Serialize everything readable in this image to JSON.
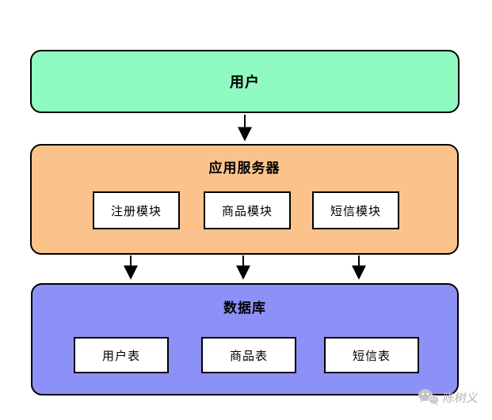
{
  "colors": {
    "user": "#8ffac1",
    "server": "#fbc38b",
    "database": "#8d90f7",
    "border": "#000000",
    "inner_box_bg": "#ffffff",
    "watermark": "#b5b5b5"
  },
  "diagram": {
    "user": {
      "label": "用户"
    },
    "server": {
      "label": "应用服务器",
      "modules": [
        "注册模块",
        "商品模块",
        "短信模块"
      ]
    },
    "database": {
      "label": "数据库",
      "tables": [
        "用户表",
        "商品表",
        "短信表"
      ]
    }
  },
  "watermark": {
    "text": "陈树义"
  }
}
